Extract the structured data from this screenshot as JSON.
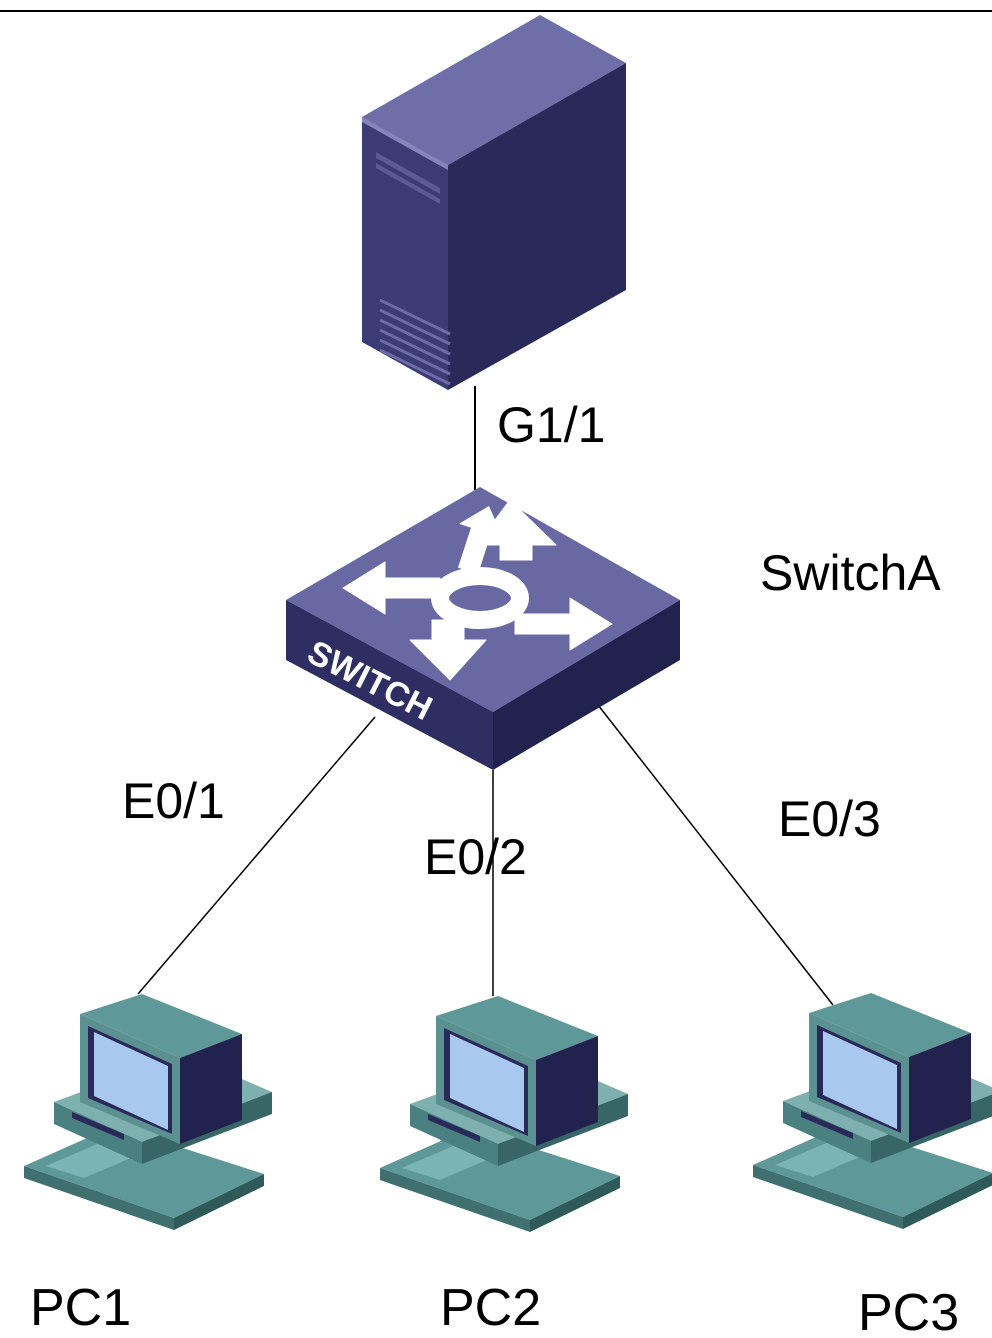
{
  "server": {
    "port_label": "G1/1",
    "icon": "server-tower-icon"
  },
  "switch": {
    "name": "SwitchA",
    "face_text": "SWITCH",
    "icon": "network-switch-icon"
  },
  "links": [
    {
      "port": "E0/1",
      "to": "PC1"
    },
    {
      "port": "E0/2",
      "to": "PC2"
    },
    {
      "port": "E0/3",
      "to": "PC3"
    }
  ],
  "hosts": [
    {
      "name": "PC1",
      "icon": "desktop-computer-icon"
    },
    {
      "name": "PC2",
      "icon": "desktop-computer-icon"
    },
    {
      "name": "PC3",
      "icon": "desktop-computer-icon"
    }
  ],
  "colors": {
    "device_top": "#6a6aa4",
    "device_front": "#34346a",
    "device_side": "#21214d",
    "monitor_screen": "#a8c8f0",
    "monitor_body": "#5f9898",
    "line": "#000000"
  }
}
